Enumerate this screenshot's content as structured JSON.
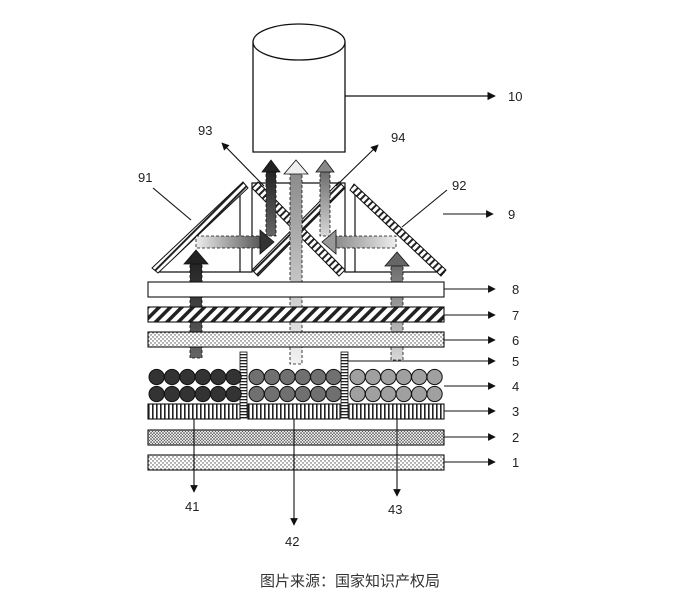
{
  "labels": {
    "l10": "10",
    "l93": "93",
    "l94": "94",
    "l91": "91",
    "l92": "92",
    "l9": "9",
    "l8": "8",
    "l7": "7",
    "l6": "6",
    "l5": "5",
    "l4": "4",
    "l3": "3",
    "l2": "2",
    "l1": "1",
    "l41": "41",
    "l42": "42",
    "l43": "43"
  },
  "caption": "图片来源：国家知识产权局",
  "colors": {
    "circle_dark": "#333333",
    "circle_mid": "#707070",
    "circle_light": "#a0a0a0",
    "line": "#111111"
  }
}
